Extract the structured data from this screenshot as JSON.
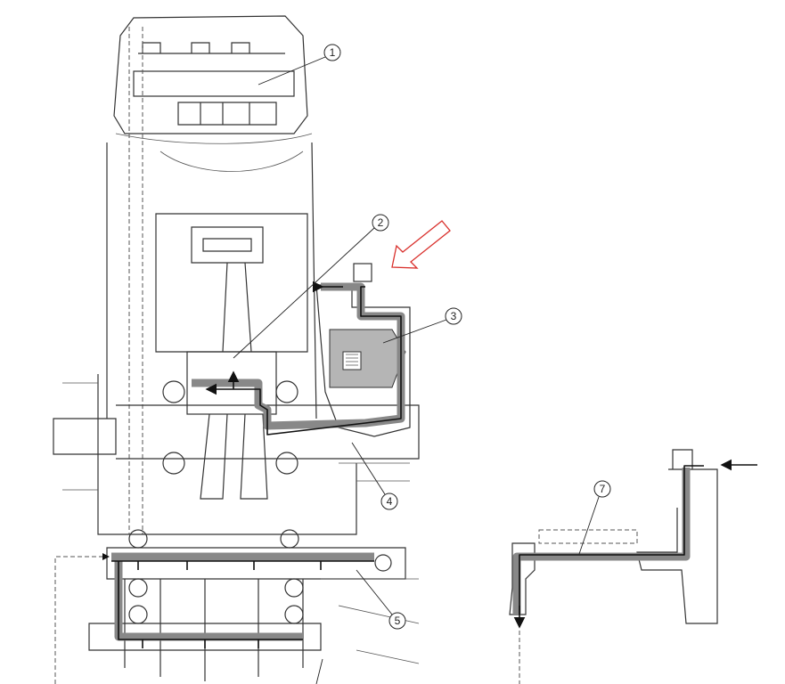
{
  "diagram": {
    "type": "engine lubrication cross-section",
    "callouts": [
      "1",
      "2",
      "3",
      "4",
      "5",
      "7"
    ],
    "colors": {
      "oil_path": "#888888",
      "flow_line": "#111111",
      "indicator_arrow": "#d9302c"
    }
  }
}
